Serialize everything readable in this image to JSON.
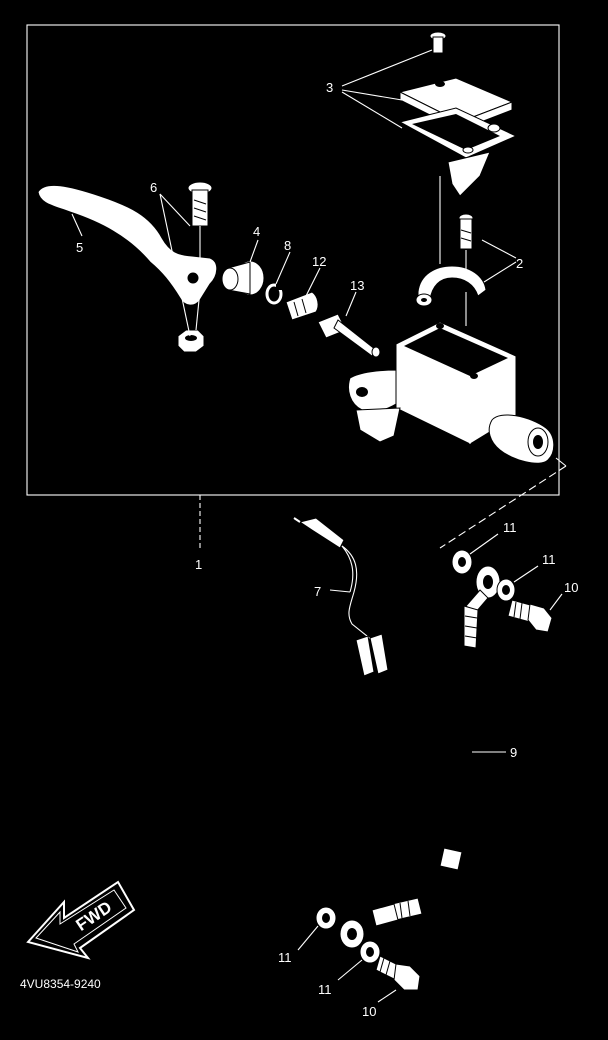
{
  "diagram": {
    "part_number": "4VU8354-9240",
    "fwd_label": "FWD",
    "callouts": {
      "c1": "1",
      "c2": "2",
      "c3": "3",
      "c4": "4",
      "c5": "5",
      "c6": "6",
      "c7": "7",
      "c8": "8",
      "c9": "9",
      "c10a": "10",
      "c10b": "10",
      "c11a": "11",
      "c11b": "11",
      "c11c": "11",
      "c11d": "11",
      "c12": "12",
      "c13": "13"
    }
  }
}
